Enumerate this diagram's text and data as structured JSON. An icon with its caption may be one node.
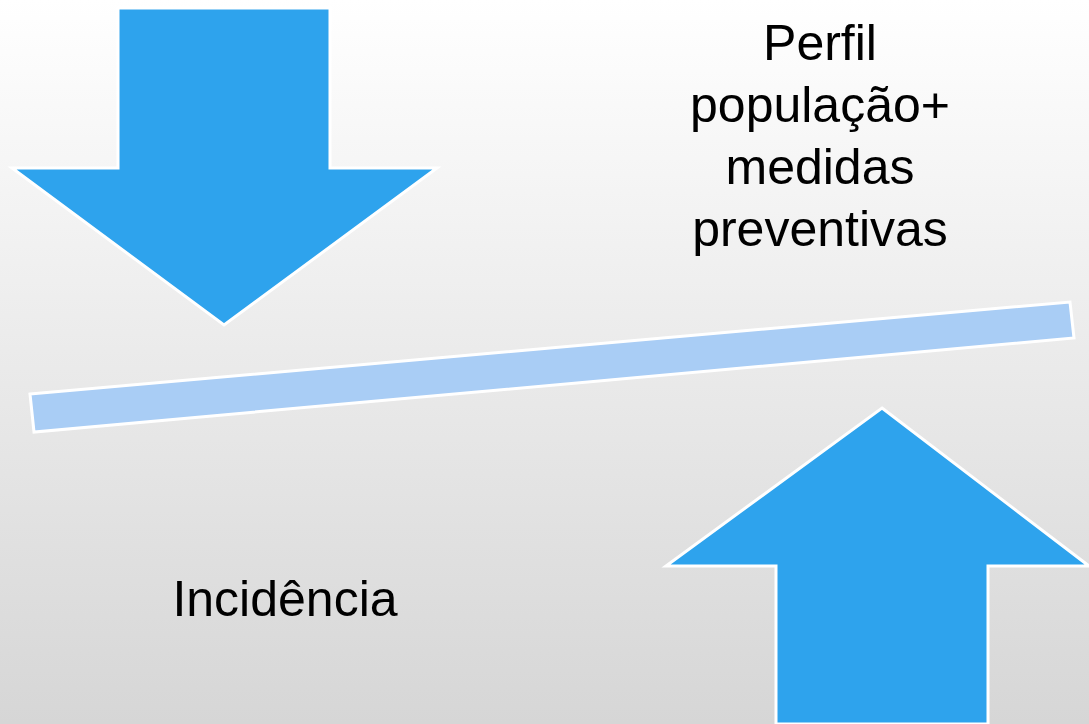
{
  "diagram": {
    "nodes": [
      {
        "text": [],
        "shape": "bar"
      }
    ],
    "labels": [
      "Perfil população+ medidas preventivas",
      "Incidência"
    ]
  }
}
